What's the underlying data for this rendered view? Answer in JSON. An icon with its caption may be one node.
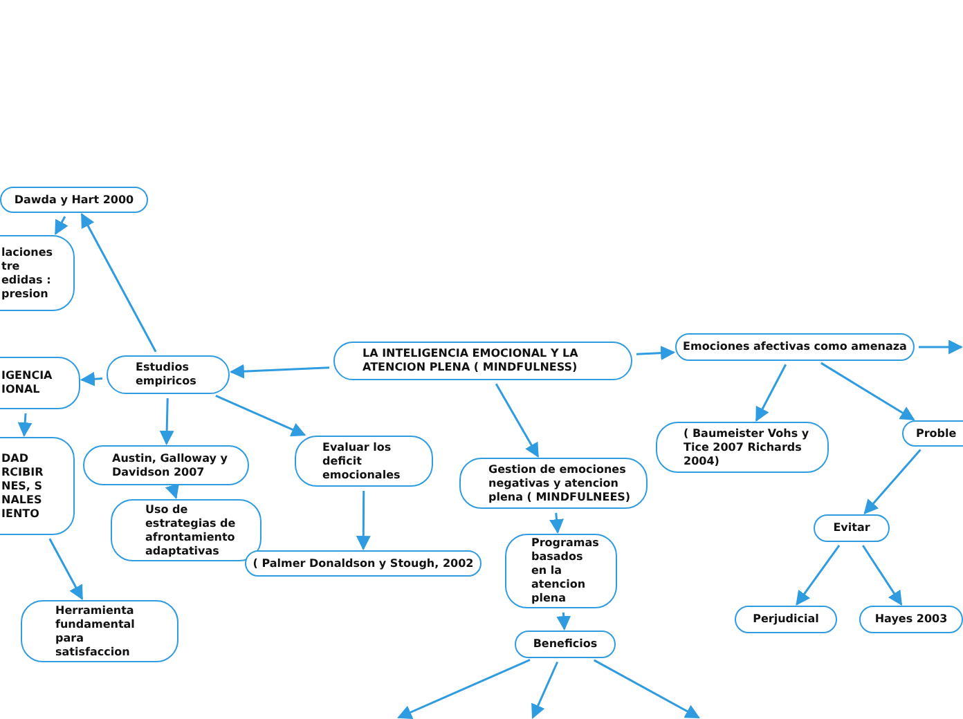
{
  "diagram": {
    "nodes": [
      {
        "text": [
          "Dawda y Hart 2000"
        ]
      },
      {
        "text": [
          "laciones tre edidas : presion"
        ]
      },
      {
        "text": [
          "LA INTELIGENCIA EMOCIONAL Y LA ATENCION PLENA ( MINDFULNESS)"
        ]
      },
      {
        "text": [
          "Estudios empiricos"
        ]
      },
      {
        "text": [
          "IGENCIA IONAL"
        ]
      },
      {
        "text": [
          "Emociones afectivas como amenaza"
        ]
      },
      {
        "text": [
          "DAD RCIBIR NES, S NALES IENTO"
        ]
      },
      {
        "text": [
          "Austin, Galloway y Davidson 2007"
        ]
      },
      {
        "text": [
          "Evaluar los deficit emocionales"
        ]
      },
      {
        "text": [
          "Gestion de emociones negativas y atencion plena ( MINDFULNEES)"
        ]
      },
      {
        "text": [
          "( Baumeister Vohs y Tice 2007  Richards 2004)"
        ]
      },
      {
        "text": [
          "Proble"
        ]
      },
      {
        "text": [
          "Uso de estrategias de afrontamiento adaptativas"
        ]
      },
      {
        "text": [
          "Programas basados en la atencion plena"
        ]
      },
      {
        "text": [
          "( Palmer Donaldson y Stough, 2002"
        ]
      },
      {
        "text": [
          "Evitar"
        ]
      },
      {
        "text": [
          "Herramienta fundamental para satisfaccion"
        ]
      },
      {
        "text": [
          "Beneficios"
        ]
      },
      {
        "text": [
          "Perjudicial"
        ]
      },
      {
        "text": [
          "Hayes 2003"
        ]
      }
    ],
    "edges": [
      {
        "from": 2,
        "to": 3,
        "arrow": "to"
      },
      {
        "from": 3,
        "to": 0,
        "arrow": "to"
      },
      {
        "from": 0,
        "to": 1,
        "arrow": "to"
      },
      {
        "from": 3,
        "to": 4,
        "arrow": "to"
      },
      {
        "from": 4,
        "to": 6,
        "arrow": "to"
      },
      {
        "from": 3,
        "to": 7,
        "arrow": "to"
      },
      {
        "from": 3,
        "to": 8,
        "arrow": "to"
      },
      {
        "from": 7,
        "to": 12,
        "arrow": "to"
      },
      {
        "from": 8,
        "to": 14,
        "arrow": "to"
      },
      {
        "from": 6,
        "to": 16,
        "arrow": "to"
      },
      {
        "from": 2,
        "to": 9,
        "arrow": "to"
      },
      {
        "from": 2,
        "to": 5,
        "arrow": "to"
      },
      {
        "from": 5,
        "to": null,
        "arrow": "to"
      },
      {
        "from": 5,
        "to": 10,
        "arrow": "to"
      },
      {
        "from": 5,
        "to": 11,
        "arrow": "to"
      },
      {
        "from": 11,
        "to": 15,
        "arrow": "to"
      },
      {
        "from": 15,
        "to": 18,
        "arrow": "to"
      },
      {
        "from": 15,
        "to": 19,
        "arrow": "to"
      },
      {
        "from": 9,
        "to": 13,
        "arrow": "to"
      },
      {
        "from": 13,
        "to": 17,
        "arrow": "to"
      },
      {
        "from": 17,
        "to": null,
        "arrow": "to"
      },
      {
        "from": 17,
        "to": null,
        "arrow": "to"
      },
      {
        "from": 17,
        "to": null,
        "arrow": "to"
      }
    ]
  }
}
